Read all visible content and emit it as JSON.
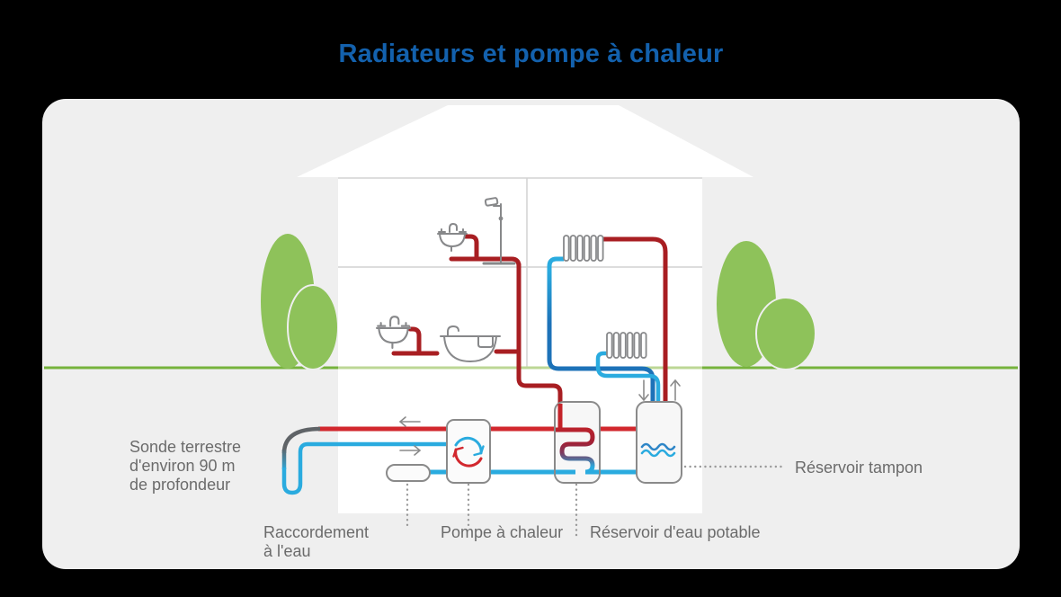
{
  "title": "Radiateurs et pompe à chaleur",
  "labels": {
    "sonde": {
      "line1": "Sonde terrestre",
      "line2": "d'environ 90 m",
      "line3": "de profondeur"
    },
    "raccordement": {
      "line1": "Raccordement",
      "line2": "à l'eau"
    },
    "pompe": "Pompe à chaleur",
    "reservoir_potable": "Réservoir d'eau potable",
    "reservoir_tampon": "Réservoir tampon"
  },
  "icons": {
    "heat_pump": "cycle-arrows-icon",
    "buffer_tank": "water-waves-icon",
    "fixtures": [
      "sink-icon",
      "shower-icon",
      "bathtub-icon",
      "radiator-icon"
    ],
    "flow": [
      "arrow-left-icon",
      "arrow-right-icon",
      "arrow-down-icon",
      "arrow-up-icon"
    ]
  },
  "colors": {
    "background": "#000000",
    "card": "#efefef",
    "title_blue": "#1361ad",
    "label_gray": "#6b6b6b",
    "tree_green": "#8ec25a",
    "ground_green": "#76b33c",
    "ground_green_light": "#bcd795",
    "hot_pipe_dark": "#a81e22",
    "hot_pipe_bright": "#d2282e",
    "cold_pipe_light": "#2aabdf",
    "cold_pipe_dark": "#1d72b8",
    "probe_gray": "#5f6367",
    "outline_gray": "#8a8a8a"
  }
}
